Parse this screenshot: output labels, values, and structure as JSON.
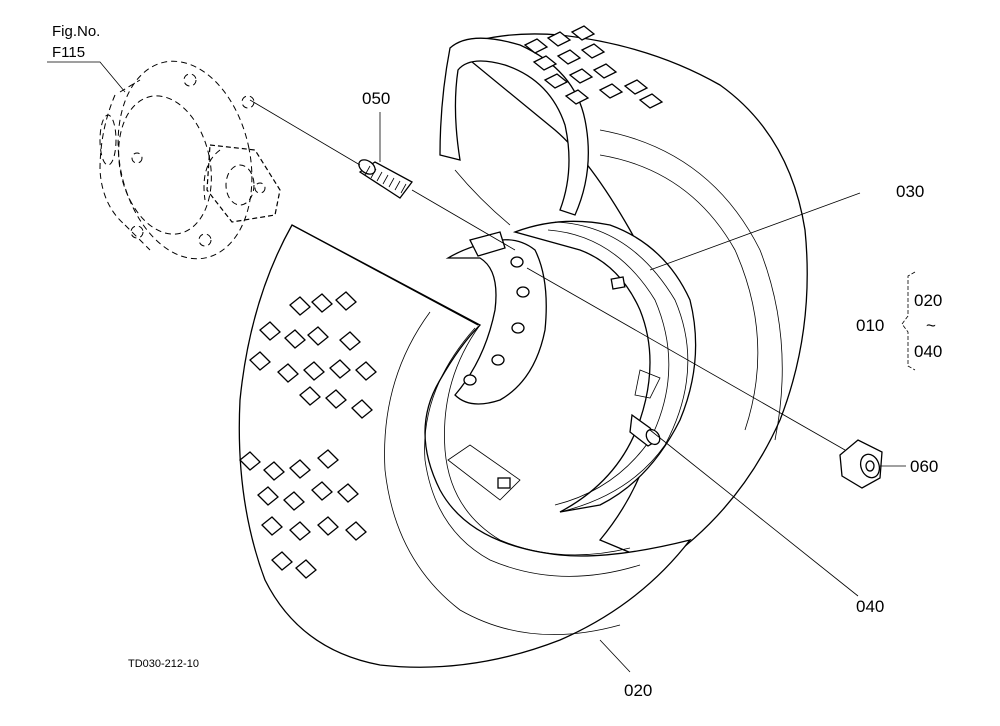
{
  "figure_ref": {
    "caption": "Fig.No.",
    "number": "F115"
  },
  "drawing_code": "TD030-212-10",
  "callouts": {
    "p050": "050",
    "p030": "030",
    "p060": "060",
    "p040": "040",
    "p020": "020"
  },
  "group": {
    "assembly": "010",
    "from": "020",
    "range_mark": "~",
    "to": "040"
  }
}
